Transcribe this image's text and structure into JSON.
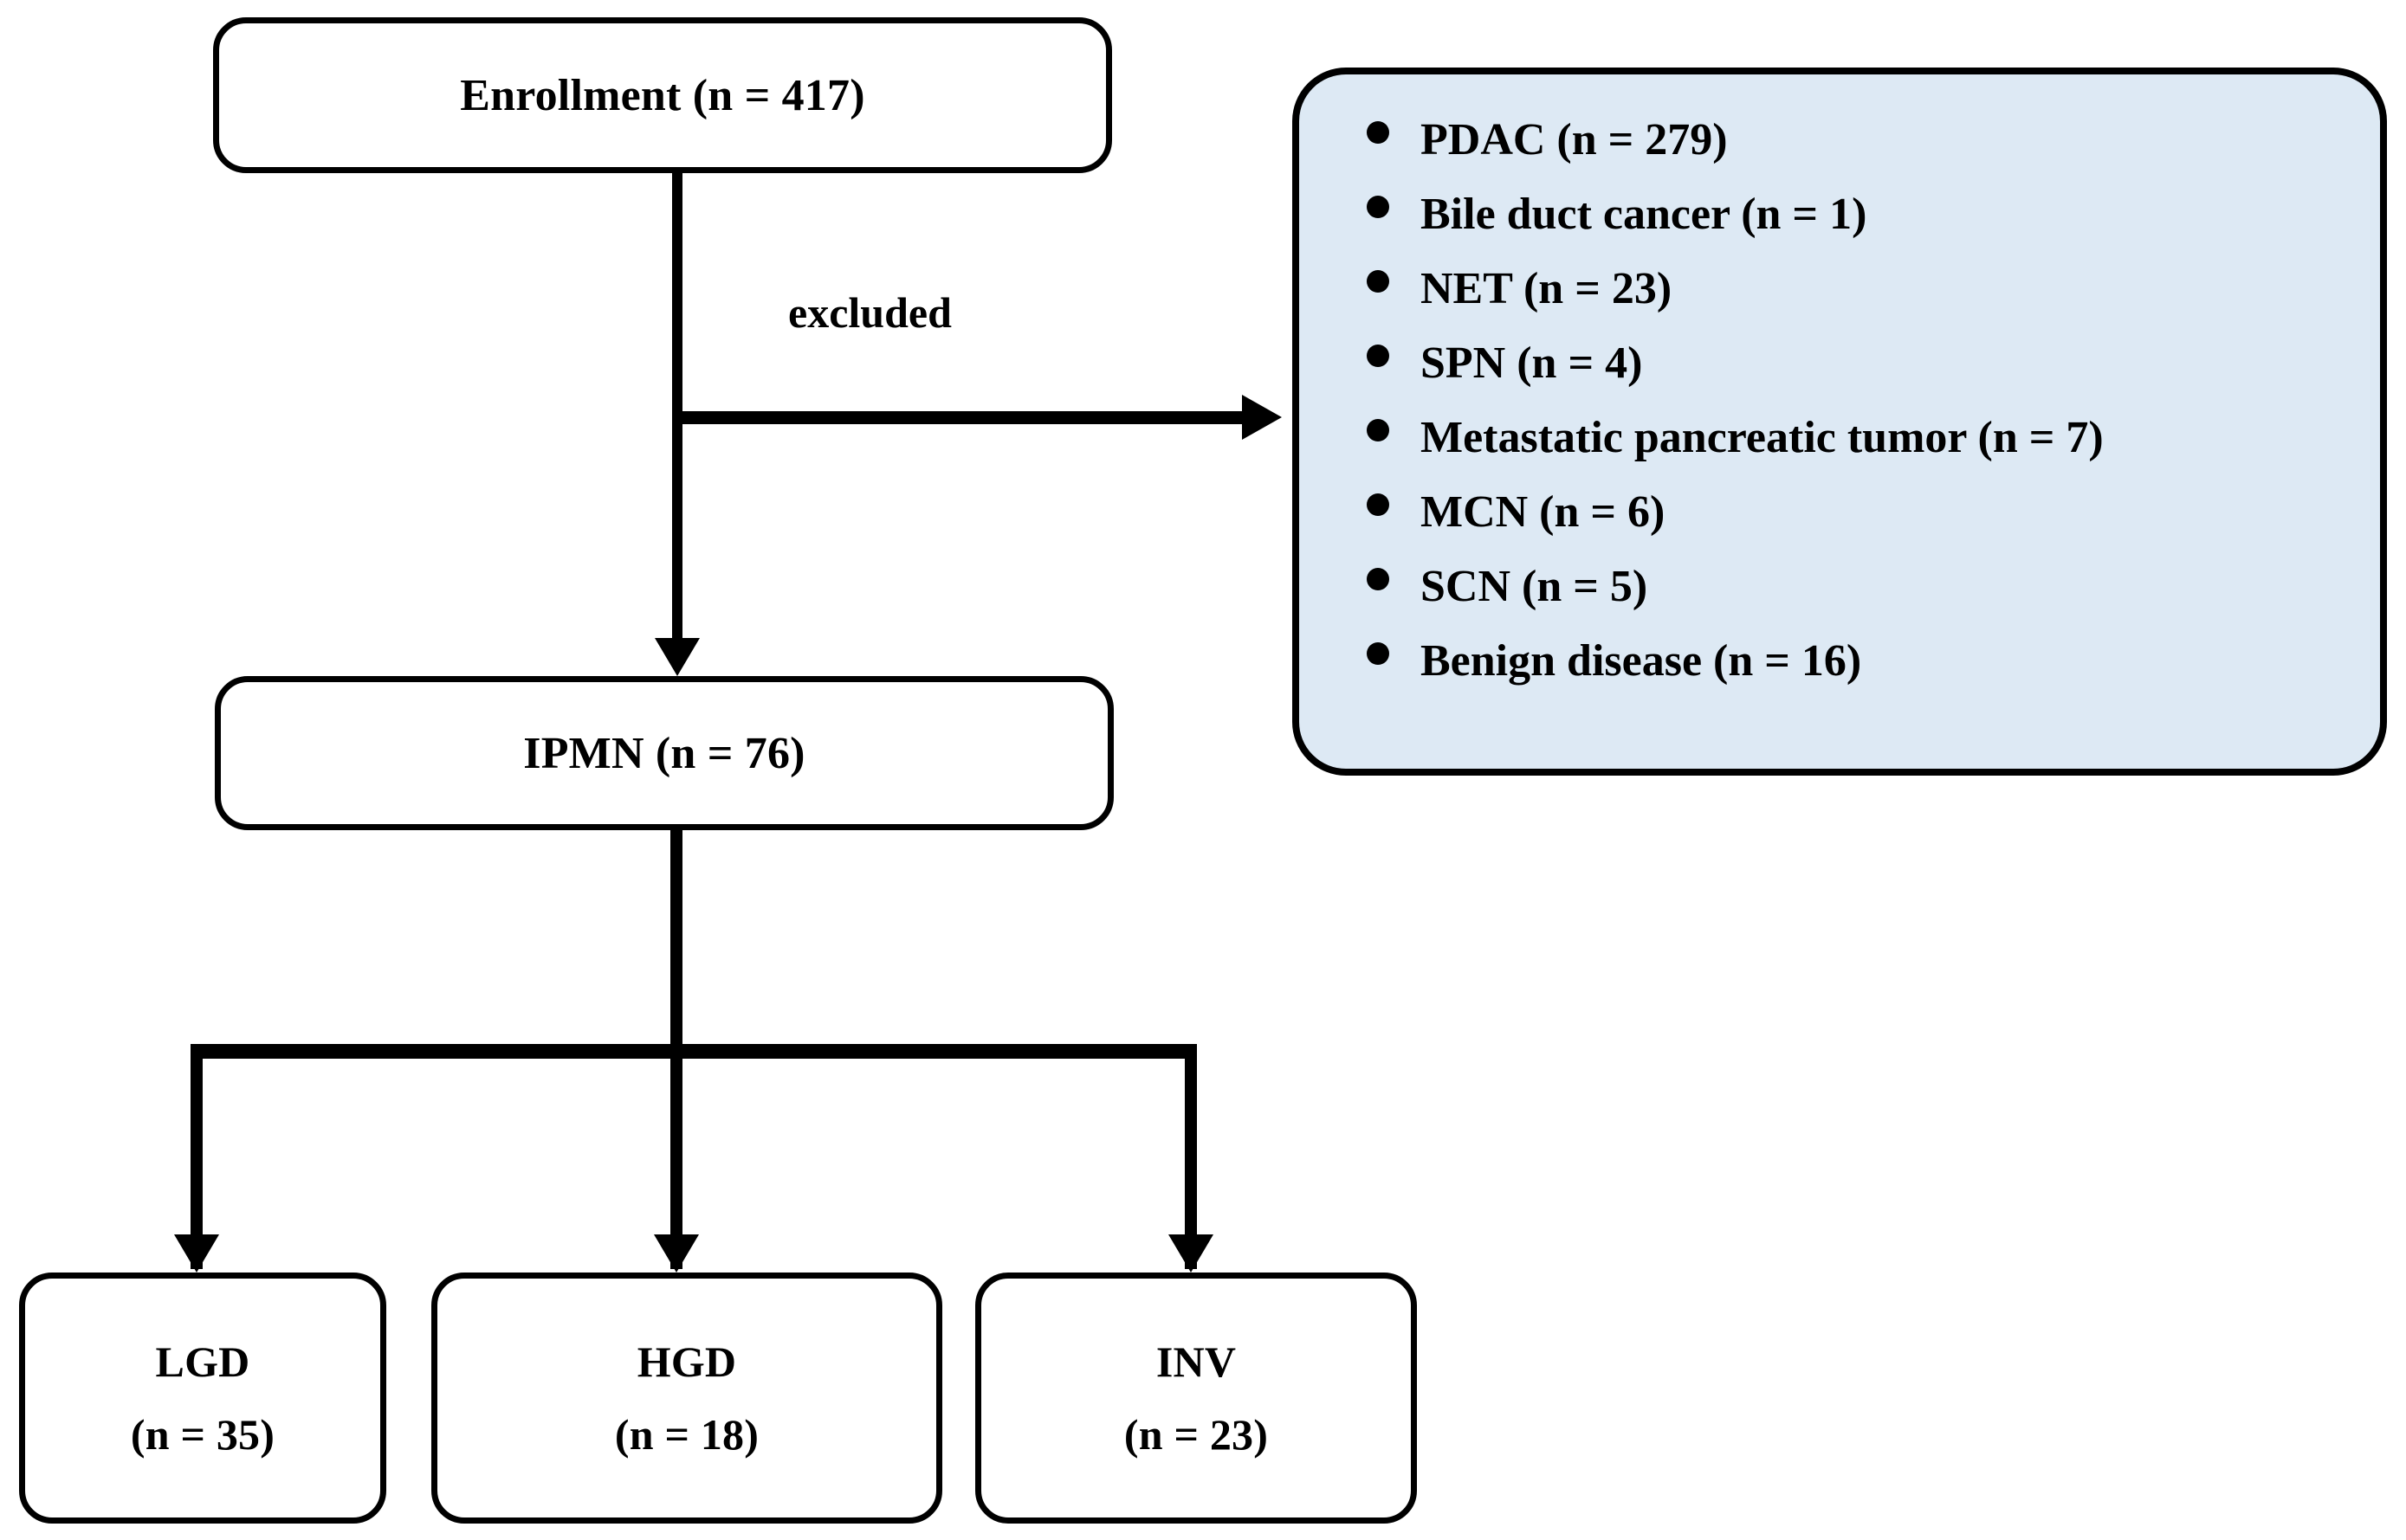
{
  "diagram": {
    "title": "IPMN patient selection flow diagram",
    "type": "flowchart",
    "accent_color": "#dde9f4",
    "line_color": "#000000",
    "nodes": {
      "enrollment": {
        "label": "Enrollment (n = 417)",
        "count": 417
      },
      "ipmn": {
        "label": "IPMN (n = 76)",
        "count": 76
      },
      "lgd": {
        "name": "LGD",
        "count_label": "(n = 35)",
        "count": 35
      },
      "hgd": {
        "name": "HGD",
        "count_label": "(n = 18)",
        "count": 18
      },
      "inv": {
        "name": "INV",
        "count_label": "(n = 23)",
        "count": 23
      }
    },
    "edges": {
      "excluded_label": "excluded"
    },
    "excluded_panel": {
      "items": [
        {
          "label": "PDAC (n = 279)",
          "name": "PDAC",
          "count": 279
        },
        {
          "label": "Bile duct cancer (n = 1)",
          "name": "Bile duct cancer",
          "count": 1
        },
        {
          "label": "NET (n = 23)",
          "name": "NET",
          "count": 23
        },
        {
          "label": "SPN (n = 4)",
          "name": "SPN",
          "count": 4
        },
        {
          "label": "Metastatic pancreatic tumor (n = 7)",
          "name": "Metastatic pancreatic tumor",
          "count": 7
        },
        {
          "label": "MCN (n = 6)",
          "name": "MCN",
          "count": 6
        },
        {
          "label": "SCN (n = 5)",
          "name": "SCN",
          "count": 5
        },
        {
          "label": "Benign disease (n = 16)",
          "name": "Benign disease",
          "count": 16
        }
      ]
    }
  }
}
